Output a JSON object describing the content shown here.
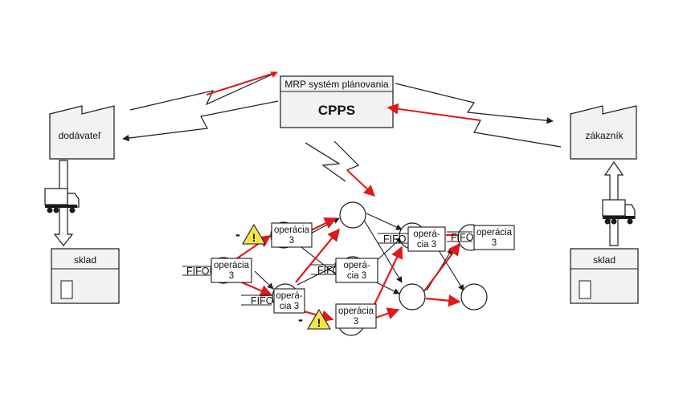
{
  "colors": {
    "line": "#1a1a1a",
    "accent": "#e01919",
    "warning": "#f4e64a",
    "box_fill": "#f2f2f2"
  },
  "planning_system": {
    "title": "MRP systém plánovania",
    "label": "CPPS"
  },
  "supplier": {
    "label": "dodávateľ",
    "icon": "factory-icon"
  },
  "customer": {
    "label": "zákazník",
    "icon": "factory-icon"
  },
  "warehouse_left": {
    "label": "sklad",
    "icon": "warehouse-icon"
  },
  "warehouse_right": {
    "label": "sklad",
    "icon": "warehouse-icon"
  },
  "network": {
    "operation_label_full": [
      "operácia",
      "3"
    ],
    "operation_label_split": [
      "operá-",
      "cia 3"
    ],
    "buffer_label": "FIFO",
    "minus_sign": "-",
    "warning_symbol": "!"
  }
}
